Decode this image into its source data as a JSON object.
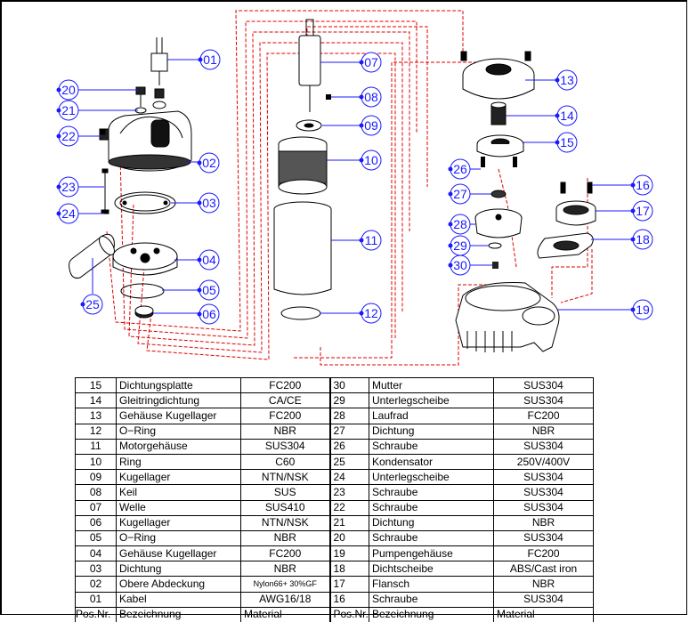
{
  "callouts": [
    "01",
    "02",
    "03",
    "04",
    "05",
    "06",
    "07",
    "08",
    "09",
    "10",
    "11",
    "12",
    "13",
    "14",
    "15",
    "16",
    "17",
    "18",
    "19",
    "20",
    "21",
    "22",
    "23",
    "24",
    "25",
    "26",
    "27",
    "28",
    "29",
    "30"
  ],
  "colors": {
    "callout": "#1a1aff",
    "leader": "#e00000",
    "line": "#000000"
  },
  "table": {
    "rows": [
      [
        "15",
        "Dichtungsplatte",
        "FC200",
        "30",
        "Mutter",
        "SUS304"
      ],
      [
        "14",
        "Gleitringdichtung",
        "CA/CE",
        "29",
        "Unterlegscheibe",
        "SUS304"
      ],
      [
        "13",
        "Gehäuse Kugellager",
        "FC200",
        "28",
        "Laufrad",
        "FC200"
      ],
      [
        "12",
        "O−Ring",
        "NBR",
        "27",
        "Dichtung",
        "NBR"
      ],
      [
        "11",
        "Motorgehäuse",
        "SUS304",
        "26",
        "Schraube",
        "SUS304"
      ],
      [
        "10",
        "Ring",
        "C60",
        "25",
        "Kondensator",
        "250V/400V"
      ],
      [
        "09",
        "Kugellager",
        "NTN/NSK",
        "24",
        "Unterlegscheibe",
        "SUS304"
      ],
      [
        "08",
        "Keil",
        "SUS",
        "23",
        "Schraube",
        "SUS304"
      ],
      [
        "07",
        "Welle",
        "SUS410",
        "22",
        "Schraube",
        "SUS304"
      ],
      [
        "06",
        "Kugellager",
        "NTN/NSK",
        "21",
        "Dichtung",
        "NBR"
      ],
      [
        "05",
        "O−Ring",
        "NBR",
        "20",
        "Schraube",
        "SUS304"
      ],
      [
        "04",
        "Gehäuse Kugellager",
        "FC200",
        "19",
        "Pumpengehäuse",
        "FC200"
      ],
      [
        "03",
        "Dichtung",
        "NBR",
        "18",
        "Dichtscheibe",
        "ABS/Cast iron"
      ],
      [
        "02",
        "Obere Abdeckung",
        "Nylon66+ 30%GF",
        "17",
        "Flansch",
        "NBR"
      ],
      [
        "01",
        "Kabel",
        "AWG16/18",
        "16",
        "Schraube",
        "SUS304"
      ]
    ],
    "header": [
      "Pos.Nr.",
      "Bezeichnung",
      "Material",
      "Pos.Nr.",
      "Bezeichnung",
      "Material"
    ]
  }
}
